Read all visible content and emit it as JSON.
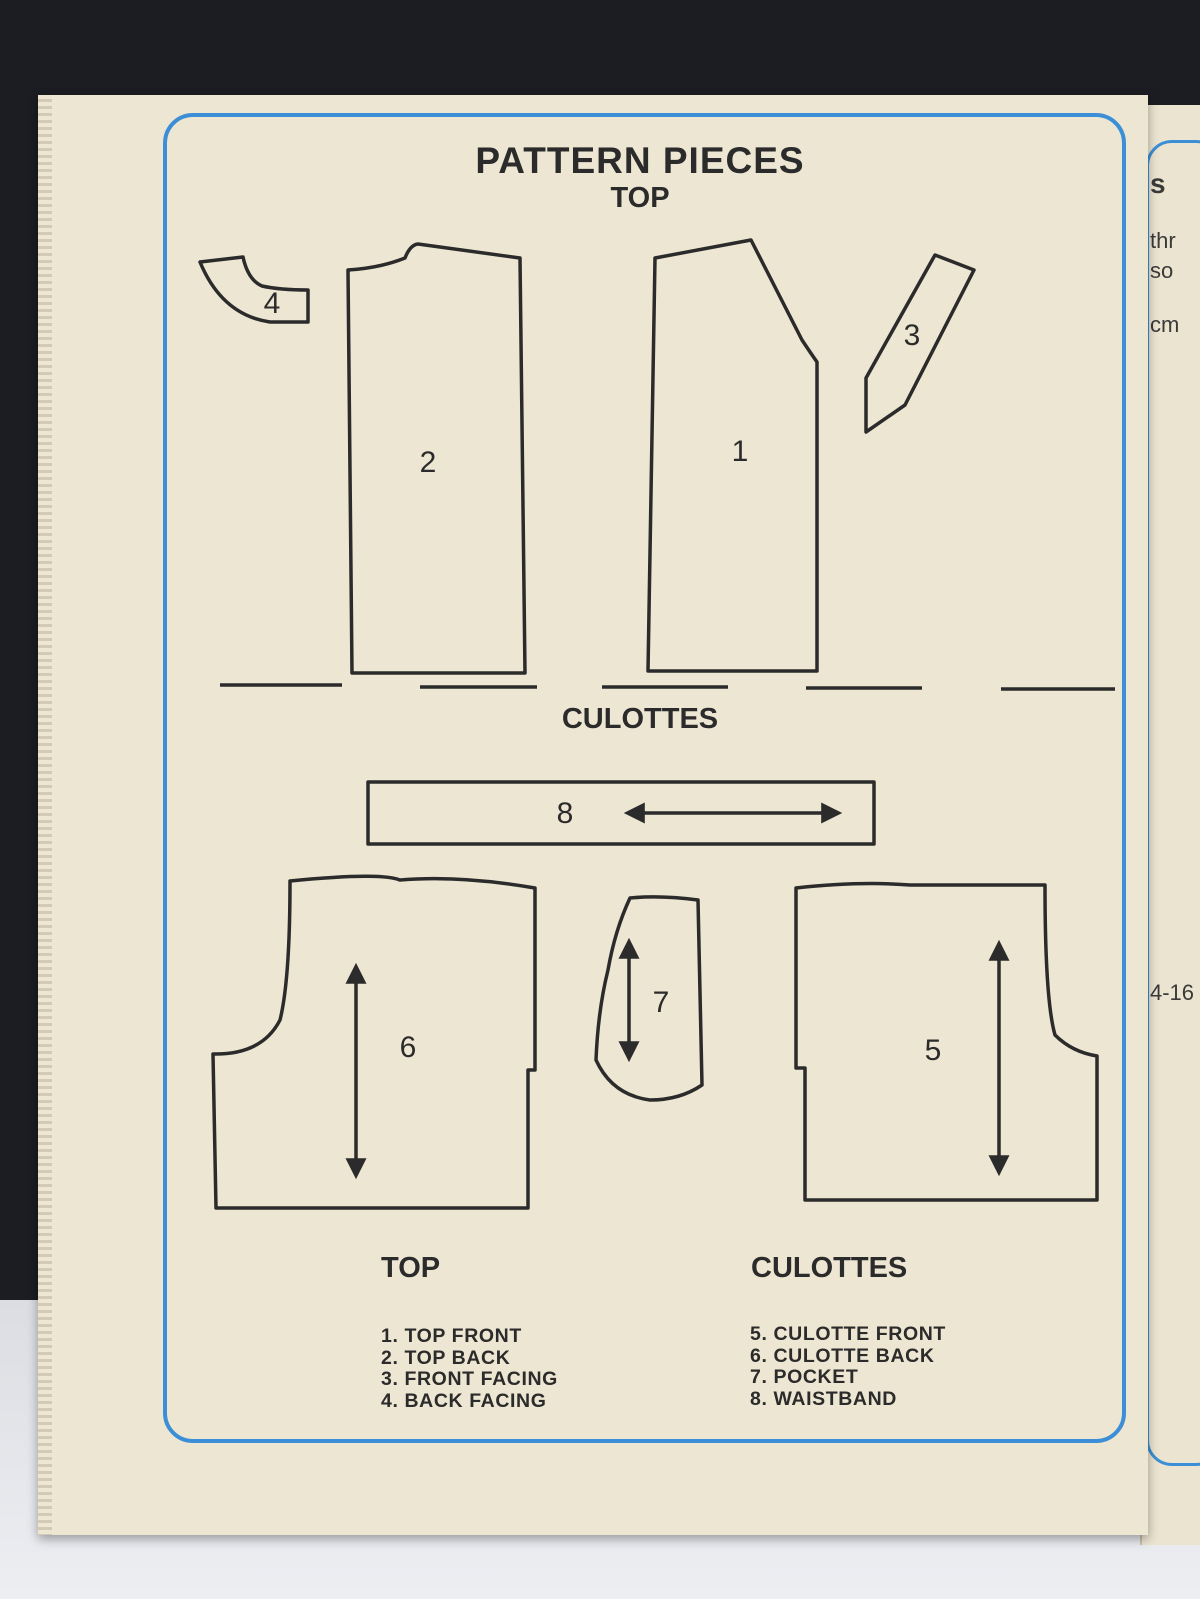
{
  "title": "PATTERN PIECES",
  "section_top": "TOP",
  "section_culottes": "CULOTTES",
  "pieces": [
    {
      "id": "piece-1",
      "number": "1"
    },
    {
      "id": "piece-2",
      "number": "2"
    },
    {
      "id": "piece-3",
      "number": "3"
    },
    {
      "id": "piece-4",
      "number": "4"
    },
    {
      "id": "piece-5",
      "number": "5"
    },
    {
      "id": "piece-6",
      "number": "6"
    },
    {
      "id": "piece-7",
      "number": "7"
    },
    {
      "id": "piece-8",
      "number": "8"
    }
  ],
  "legend": {
    "top": {
      "heading": "TOP",
      "items": [
        "1. TOP FRONT",
        "2. TOP BACK",
        "3. FRONT FACING",
        "4. BACK FACING"
      ]
    },
    "culottes": {
      "heading": "CULOTTES",
      "items": [
        "5. CULOTTE FRONT",
        "6. CULOTTE BACK",
        "7. POCKET",
        "8. WAISTBAND"
      ]
    }
  },
  "adjacent_page_fragments": [
    "s",
    "thr",
    "so",
    "cm",
    "4-16"
  ],
  "colors": {
    "frame": "#3c8fd6",
    "ink": "#2c2b2b",
    "paper": "#ede6d2",
    "background": "#1c1d22"
  }
}
